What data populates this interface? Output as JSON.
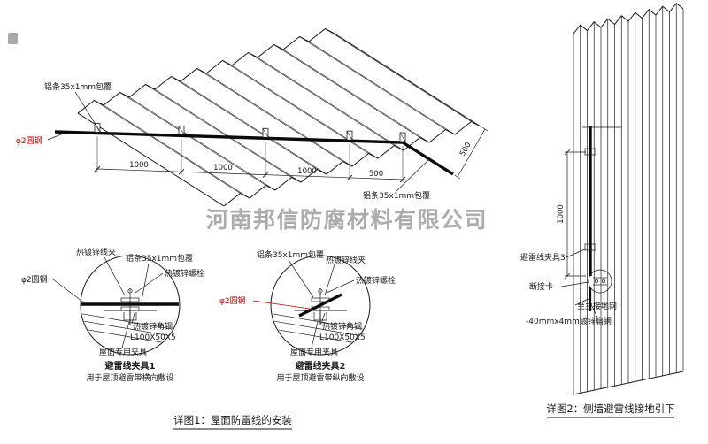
{
  "watermark": "河南邦信防腐材料有限公司",
  "roof": {
    "label_strip_top": "铝条35x1mm包覆",
    "label_strip_bottom": "铝条35x1mm包覆",
    "label_rod": "φ2圆钢",
    "dim_1": "1000",
    "dim_2": "1000",
    "dim_3": "1000",
    "dim_4": "500",
    "dim_right": "500"
  },
  "clamp1": {
    "label_wire_clip": "热镀锌线夹",
    "label_strip": "铝条35x1mm包覆",
    "label_bolt": "热镀锌螺栓",
    "label_rod": "φ2圆钢",
    "label_angle": "热镀锌角钢",
    "label_angle_size": "L100X50X5",
    "label_fixture": "屋面专用夹具",
    "title": "避雷线夹具1",
    "subtitle": "用于屋顶避雷带横向敷设"
  },
  "clamp2": {
    "label_strip": "铝条35x1mm包覆",
    "label_wire_clip": "热镀锌线夹",
    "label_bolt": "热镀锌螺栓",
    "label_rod": "φ2圆钢",
    "label_angle": "热镀锌角钢",
    "label_angle_size": "L100X50X5",
    "label_fixture": "屋面专用夹具",
    "title": "避雷线夹具2",
    "subtitle": "用于屋顶避雷带纵向敷设"
  },
  "wall": {
    "dim": "1000",
    "label_clamp3": "避雷线夹具3",
    "label_disconnect": "断接卡",
    "label_to_ground": "至主接地网",
    "label_flat_steel": "-40mmx4mm镀锌扁钢"
  },
  "captions": {
    "detail1": "详图1：屋面防雷线的安装",
    "detail2": "详图2：侧墙避雷线接地引下"
  },
  "colors": {
    "line": "#1a1a1a",
    "red_accent": "#c40000",
    "watermark_gray": "#9a9a9a"
  }
}
